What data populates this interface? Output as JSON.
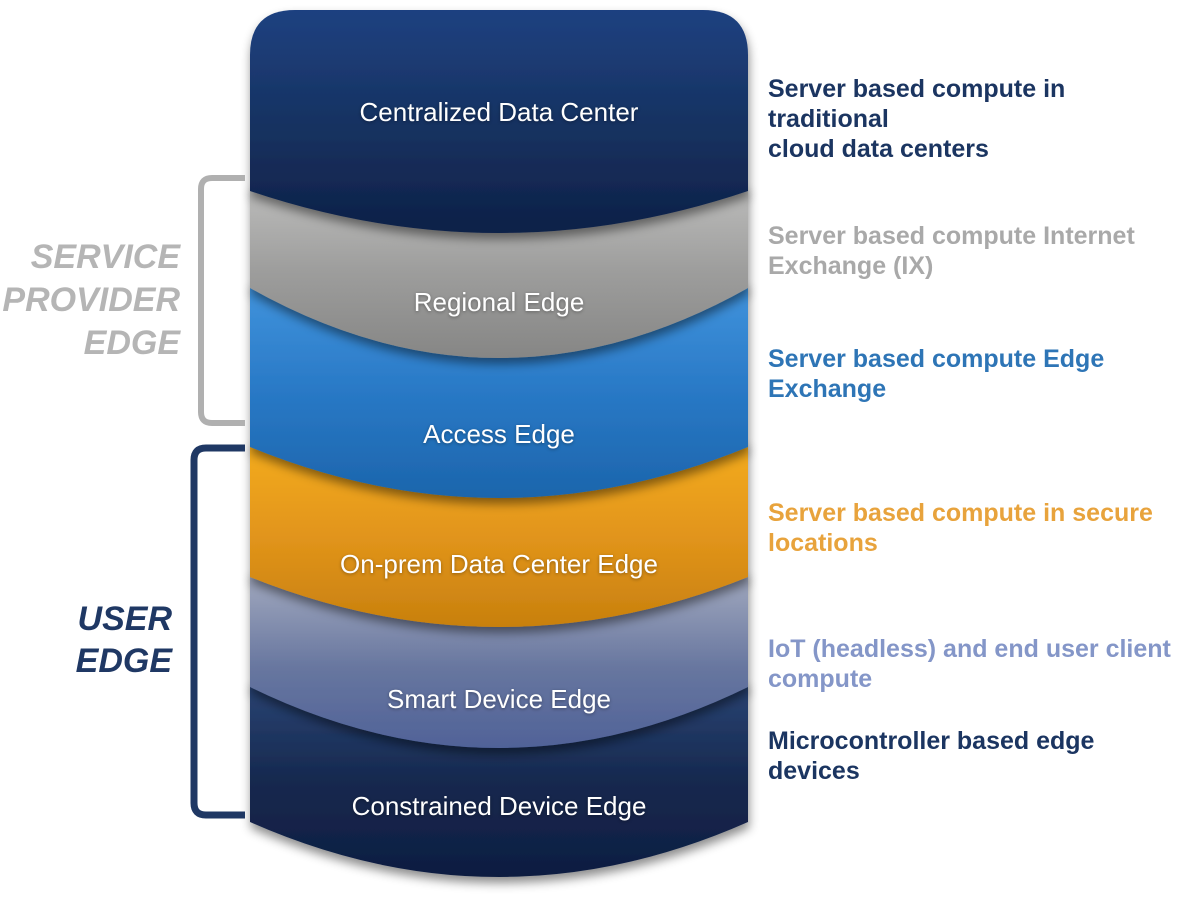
{
  "background": "#ffffff",
  "diagram": {
    "type": "stacked-cylinder-layers",
    "layers": [
      {
        "label": "Centralized Data Center",
        "color": "#17336b",
        "note_color": "#1b3561",
        "note_lines": [
          "Server based compute in traditional",
          "cloud data centers"
        ]
      },
      {
        "label": "Regional Edge",
        "color": "#9a9a9a",
        "note_color": "#a9a9a9",
        "note_lines": [
          "Server based compute Internet",
          "Exchange (IX)"
        ]
      },
      {
        "label": "Access Edge",
        "color": "#2878c8",
        "note_color": "#2e75b6",
        "note_lines": [
          "Server based compute Edge",
          "Exchange"
        ]
      },
      {
        "label": "On-prem Data Center Edge",
        "color": "#e09520",
        "note_color": "#e8a33c",
        "note_lines": [
          "Server based compute in secure",
          "locations"
        ]
      },
      {
        "label": "Smart Device Edge",
        "color": "#6478a8",
        "note_color": "#8496c8",
        "note_lines": [
          "IoT (headless) and end user client",
          "compute"
        ]
      },
      {
        "label": "Constrained Device Edge",
        "color": "#16295a",
        "note_color": "#1b3561",
        "note_lines": [
          "Microcontroller based edge devices"
        ]
      }
    ],
    "groups": [
      {
        "name": "service-provider-edge",
        "color": "#b5b5b5",
        "lines": [
          "SERVICE",
          "PROVIDER",
          "EDGE"
        ]
      },
      {
        "name": "user-edge",
        "color": "#1f3864",
        "lines": [
          "USER",
          "EDGE"
        ]
      }
    ]
  }
}
